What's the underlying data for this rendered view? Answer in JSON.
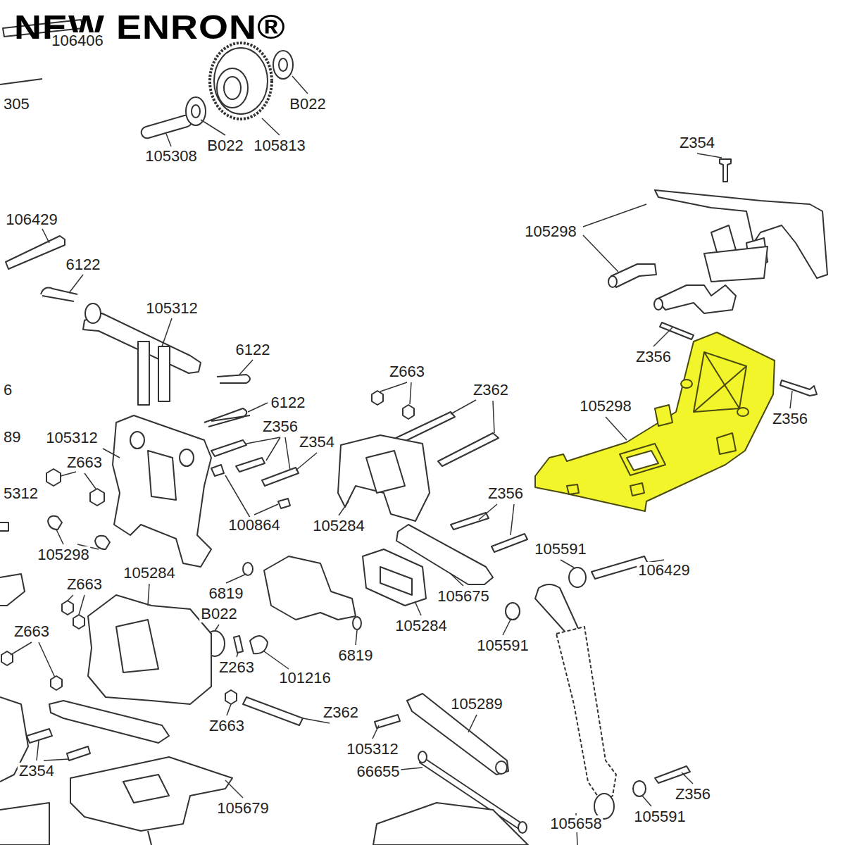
{
  "diagram": {
    "labels": [
      "NEW ENRON®",
      "106406",
      "305",
      "105308",
      "B022",
      "105813",
      "B022",
      "Z354",
      "105298",
      "106429",
      "6122",
      "105312",
      "6122",
      "Z663",
      "Z362",
      "6122",
      "Z356",
      "105298",
      "Z356",
      "6",
      "89",
      "105312",
      "Z356",
      "Z354",
      "Z663",
      "5312",
      "100864",
      "105284",
      "Z356",
      "105298",
      "105591",
      "106429",
      "105284",
      "Z663",
      "6819",
      "105675",
      "B022",
      "105284",
      "Z663",
      "105591",
      "Z263",
      "101216",
      "6819",
      "105289",
      "Z362",
      "Z663",
      "105312",
      "Z354",
      "66655",
      "105679",
      "Z356",
      "105591",
      "105658"
    ]
  }
}
